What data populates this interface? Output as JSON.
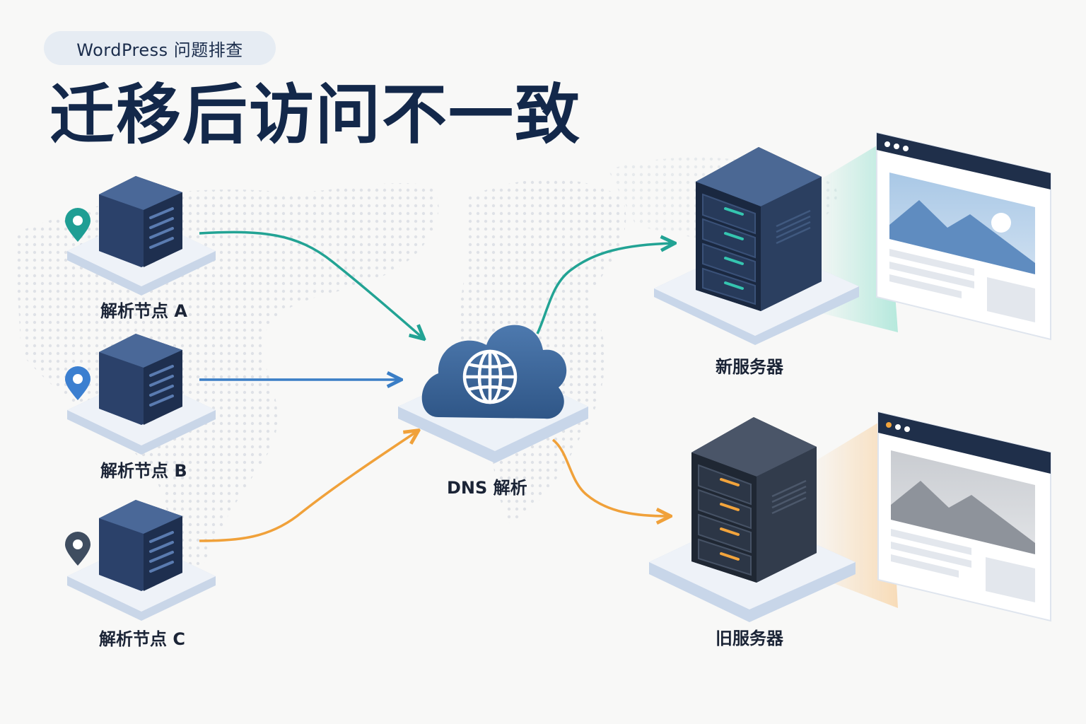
{
  "tag": "WordPress 问题排查",
  "title": "迁移后访问不一致",
  "nodes": [
    {
      "label": "解析节点 A",
      "pin_color": "#1f9e94",
      "arrow_color": "#22a394"
    },
    {
      "label": "解析节点 B",
      "pin_color": "#3b7fd0",
      "arrow_color": "#3a7ec6"
    },
    {
      "label": "解析节点 C",
      "pin_color": "#3f4d60",
      "arrow_color": "#f0a13a"
    }
  ],
  "dns": {
    "label": "DNS 解析",
    "icon": "globe-icon"
  },
  "servers": {
    "new": {
      "label": "新服务器",
      "led_color": "#35c5b0",
      "glow_color": "#7fdcc7"
    },
    "old": {
      "label": "旧服务器",
      "led_color": "#f2a43c",
      "glow_color": "#f7c98e"
    }
  },
  "colors": {
    "navy": "#13284a",
    "server_dark": "#1f2f4a"
  }
}
